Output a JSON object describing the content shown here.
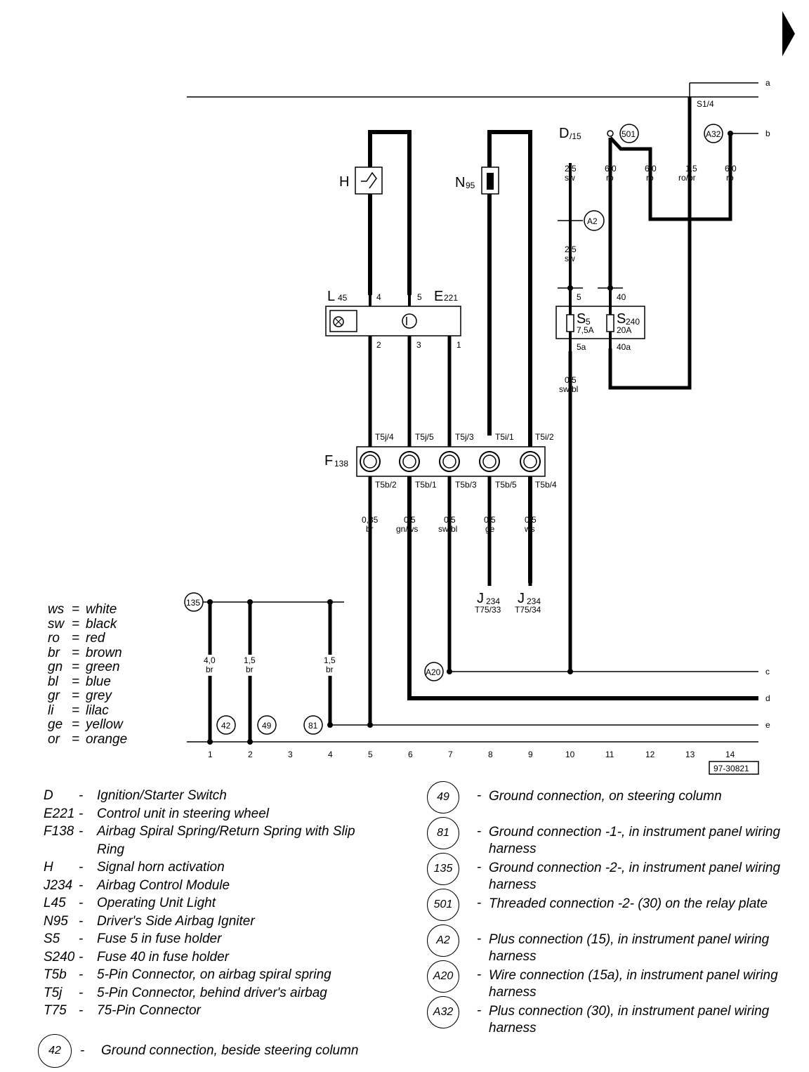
{
  "reference": "97-30821",
  "page_marker": "page-forward-arrow-icon",
  "bus_labels": [
    "a",
    "b",
    "c",
    "d",
    "e"
  ],
  "ground_track_numbers": [
    "1",
    "2",
    "3",
    "4",
    "5",
    "6",
    "7",
    "8",
    "9",
    "10",
    "11",
    "12",
    "13",
    "14"
  ],
  "components": {
    "H": "H",
    "N95": {
      "main": "N",
      "sub": "95"
    },
    "L45": {
      "main": "L",
      "sub": "45"
    },
    "E221": {
      "main": "E",
      "sub": "221"
    },
    "F138": {
      "main": "F",
      "sub": "138"
    },
    "D15": {
      "main": "D",
      "sub": "/15"
    },
    "S5": {
      "main": "S",
      "sub": "5",
      "rating": "7,5A"
    },
    "S240": {
      "main": "S",
      "sub": "240",
      "rating": "20A"
    },
    "J234_a": {
      "main": "J",
      "sub": "234",
      "pin": "T75/33"
    },
    "J234_b": {
      "main": "J",
      "sub": "234",
      "pin": "T75/34"
    }
  },
  "connector_pins": {
    "s1_4": "S1/4",
    "l45_pin4": "4",
    "e221_pin5": "5",
    "e221_pin2": "2",
    "e221_pin3": "3",
    "e221_pin1": "1",
    "s5_in": "5",
    "s240_in": "40",
    "s5_out": "5a",
    "s240_out": "40a",
    "t5j_4": "T5j/4",
    "t5j_5": "T5j/5",
    "t5j_3": "T5j/3",
    "t5i_1": "T5i/1",
    "t5i_2": "T5i/2",
    "t5b_2": "T5b/2",
    "t5b_1": "T5b/1",
    "t5b_3": "T5b/3",
    "t5b_5": "T5b/5",
    "t5b_4": "T5b/4"
  },
  "wire_specs": {
    "d15_top": {
      "size": "2,5",
      "color": "sw"
    },
    "d15_mid": {
      "size": "2,5",
      "color": "sw"
    },
    "c501_a": {
      "size": "6,0",
      "color": "ro"
    },
    "c501_b": {
      "size": "6,0",
      "color": "ro"
    },
    "s1_4": {
      "size": "1,5",
      "color": "ro/br"
    },
    "a32": {
      "size": "6,0",
      "color": "ro"
    },
    "s5_out": {
      "size": "0,5",
      "color": "sw/bl"
    },
    "f138_1": {
      "size": "0,35",
      "color": "br"
    },
    "f138_2": {
      "size": "0,5",
      "color": "gn/ws"
    },
    "f138_3": {
      "size": "0,5",
      "color": "sw/bl"
    },
    "f138_4": {
      "size": "0,5",
      "color": "ge"
    },
    "f138_5": {
      "size": "0,5",
      "color": "ws"
    },
    "gnd_1": {
      "size": "4,0",
      "color": "br"
    },
    "gnd_2": {
      "size": "1,5",
      "color": "br"
    },
    "gnd_4": {
      "size": "1,5",
      "color": "br"
    }
  },
  "circle_labels": {
    "c501": "501",
    "a32": "A32",
    "a2": "A2",
    "a20": "A20",
    "g135": "135",
    "g42": "42",
    "g49": "49",
    "g81": "81"
  },
  "color_legend": [
    {
      "code": "ws",
      "name": "white"
    },
    {
      "code": "sw",
      "name": "black"
    },
    {
      "code": "ro",
      "name": "red"
    },
    {
      "code": "br",
      "name": "brown"
    },
    {
      "code": "gn",
      "name": "green"
    },
    {
      "code": "bl",
      "name": "blue"
    },
    {
      "code": "gr",
      "name": "grey"
    },
    {
      "code": "li",
      "name": "lilac"
    },
    {
      "code": "ge",
      "name": "yellow"
    },
    {
      "code": "or",
      "name": "orange"
    }
  ],
  "component_key": [
    {
      "code": "D",
      "desc": "Ignition/Starter Switch"
    },
    {
      "code": "E221",
      "desc": "Control unit in steering wheel"
    },
    {
      "code": "F138",
      "desc": "Airbag Spiral Spring/Return Spring with Slip Ring"
    },
    {
      "code": "H",
      "desc": "Signal horn activation"
    },
    {
      "code": "J234",
      "desc": "Airbag Control Module"
    },
    {
      "code": "L45",
      "desc": "Operating Unit Light"
    },
    {
      "code": "N95",
      "desc": "Driver's Side Airbag Igniter"
    },
    {
      "code": "S5",
      "desc": "Fuse 5 in fuse holder"
    },
    {
      "code": "S240",
      "desc": "Fuse 40 in fuse holder"
    },
    {
      "code": "T5b",
      "desc": "5-Pin Connector, on airbag spiral spring"
    },
    {
      "code": "T5j",
      "desc": "5-Pin Connector, behind driver's airbag"
    },
    {
      "code": "T75",
      "desc": "75-Pin Connector"
    }
  ],
  "ground_key": [
    {
      "id": "49",
      "desc": "Ground connection, on steering column"
    },
    {
      "id": "81",
      "desc": "Ground connection -1-, in instrument panel wiring harness"
    },
    {
      "id": "135",
      "desc": "Ground connection -2-, in instrument panel wiring harness"
    },
    {
      "id": "501",
      "desc": "Threaded connection -2- (30) on the relay plate"
    },
    {
      "id": "A2",
      "desc": "Plus connection (15), in instrument panel wiring harness"
    },
    {
      "id": "A20",
      "desc": "Wire connection (15a), in instrument panel wiring harness"
    },
    {
      "id": "A32",
      "desc": "Plus connection (30), in instrument panel wiring harness"
    }
  ],
  "ground_key_bottom": {
    "id": "42",
    "desc": "Ground connection, beside steering column"
  },
  "dash": "-",
  "equals": "="
}
